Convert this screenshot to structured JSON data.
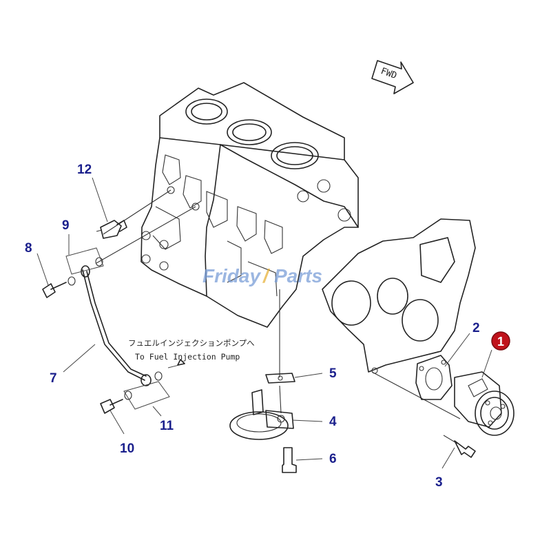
{
  "callouts": {
    "c1": "1",
    "c2": "2",
    "c3": "3",
    "c4": "4",
    "c5": "5",
    "c6": "6",
    "c7": "7",
    "c8": "8",
    "c9": "9",
    "c10": "10",
    "c11": "11",
    "c12": "12"
  },
  "fwd_label": "FWD",
  "note": {
    "japanese": "フュエルインジェクションポンプへ",
    "english": "To Fuel Injection Pump"
  },
  "watermark": {
    "text_a": "Friday",
    "text_b": "Parts"
  },
  "highlight_color": "#c0121b",
  "callout_color": "#1a1f8c"
}
